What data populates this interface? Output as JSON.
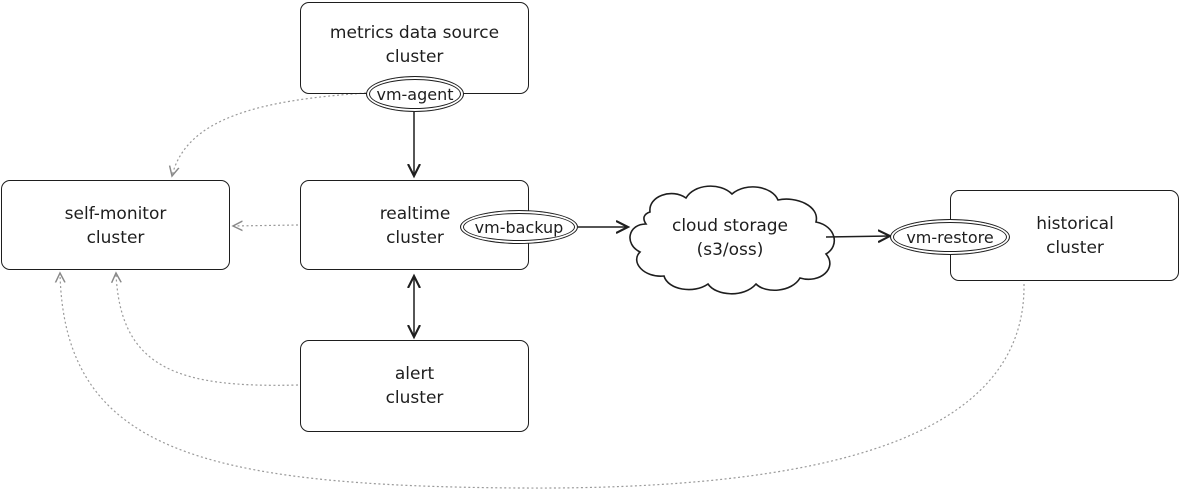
{
  "nodes": {
    "metrics_source": {
      "line1": "metrics data source",
      "line2": "cluster"
    },
    "self_monitor": {
      "line1": "self-monitor",
      "line2": "cluster"
    },
    "realtime": {
      "line1": "realtime",
      "line2": "cluster"
    },
    "alert": {
      "line1": "alert",
      "line2": "cluster"
    },
    "historical": {
      "line1": "historical",
      "line2": "cluster"
    },
    "cloud_storage": {
      "line1": "cloud storage",
      "line2": "(s3/oss)"
    }
  },
  "components": {
    "vm_agent": "vm-agent",
    "vm_backup": "vm-backup",
    "vm_restore": "vm-restore"
  },
  "colors": {
    "stroke": "#1e1e1e",
    "dotted": "#9a9a9a"
  }
}
